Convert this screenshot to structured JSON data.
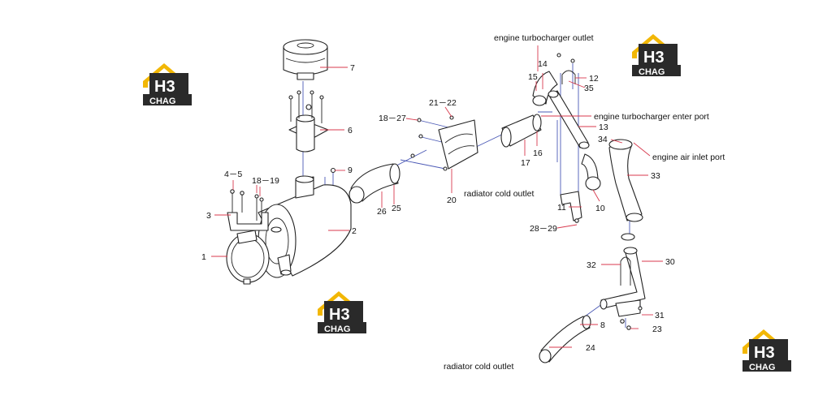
{
  "watermark": {
    "mark": "H3",
    "word": "CHAG",
    "colors": {
      "roof": "#f2b705",
      "body": "#2a2a2a",
      "text": "#ffffff"
    }
  },
  "annotations": {
    "turbo_outlet": "engine turbocharger outlet",
    "turbo_enter": "engine turbocharger enter port",
    "air_inlet": "engine air inlet port",
    "radiator_cold_1": "radiator cold outlet",
    "radiator_cold_2": "radiator cold outlet"
  },
  "part_numbers": {
    "p1": "1",
    "p2": "2",
    "p3": "3",
    "p4_5": "4－5",
    "p6": "6",
    "p7": "7",
    "p8": "8",
    "p9": "9",
    "p10": "10",
    "p11": "11",
    "p12": "12",
    "p13": "13",
    "p14": "14",
    "p15": "15",
    "p16": "16",
    "p17": "17",
    "p18_19": "18－19",
    "p18_27": "18－27",
    "p20": "20",
    "p21_22": "21－22",
    "p23": "23",
    "p24": "24",
    "p25": "25",
    "p26": "26",
    "p28_29": "28－29",
    "p30": "30",
    "p31": "31",
    "p32": "32",
    "p33": "33",
    "p34": "34",
    "p35": "35"
  },
  "colors": {
    "leader": "#d83a4e",
    "flow": "#4a58b5",
    "outline": "#222222"
  }
}
